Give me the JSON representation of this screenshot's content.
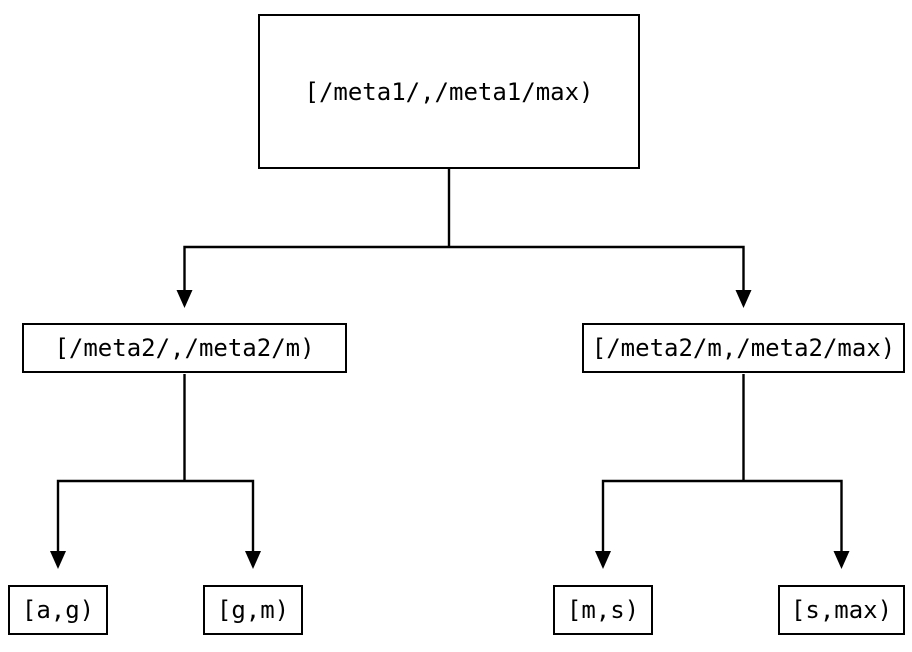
{
  "diagram": {
    "type": "tree",
    "colors": {
      "line": "#000000",
      "node_border": "#000000",
      "node_fill": "#ffffff",
      "text": "#000000"
    },
    "nodes": {
      "root": {
        "label": "[/meta1/,/meta1/max)"
      },
      "left": {
        "label": "[/meta2/,/meta2/m)"
      },
      "right": {
        "label": "[/meta2/m,/meta2/max)"
      },
      "leaf_ag": {
        "label": "[a,g)"
      },
      "leaf_gm": {
        "label": "[g,m)"
      },
      "leaf_ms": {
        "label": "[m,s)"
      },
      "leaf_smax": {
        "label": "[s,max)"
      }
    },
    "edges": [
      {
        "from": "root",
        "to": "left"
      },
      {
        "from": "root",
        "to": "right"
      },
      {
        "from": "left",
        "to": "leaf_ag"
      },
      {
        "from": "left",
        "to": "leaf_gm"
      },
      {
        "from": "right",
        "to": "leaf_ms"
      },
      {
        "from": "right",
        "to": "leaf_smax"
      }
    ]
  }
}
